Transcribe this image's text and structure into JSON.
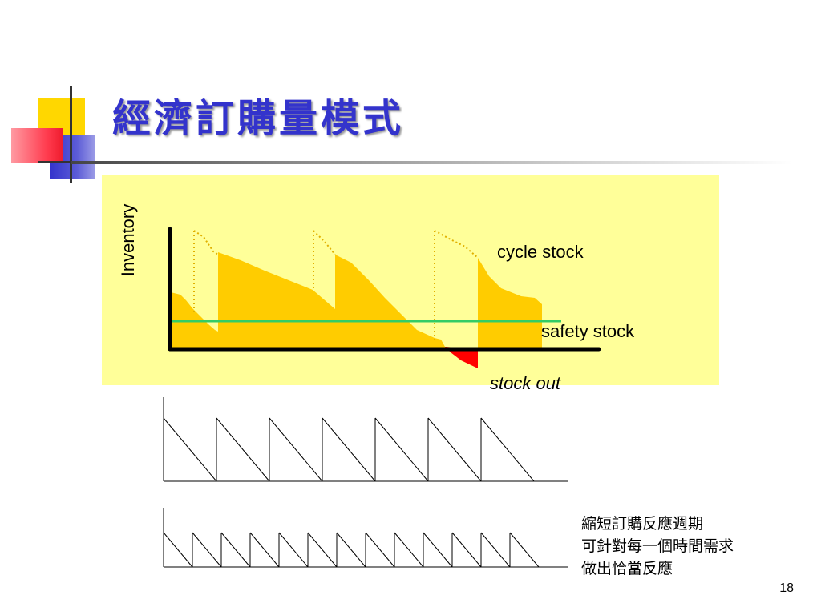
{
  "slide": {
    "title": "經濟訂購量模式",
    "page_number": "18"
  },
  "inventory_chart": {
    "y_axis_label": "Inventory",
    "cycle_stock_label": "cycle stock",
    "safety_stock_label": "safety stock",
    "stock_out_label": "stock out",
    "colors": {
      "panel": "#ffff99",
      "cycle_fill": "#ffcc00",
      "safety_line": "#33cc66",
      "stock_out": "#ff0000",
      "axis": "#000000"
    }
  },
  "sawtooth_long_cycle": {
    "cycles": 7
  },
  "sawtooth_short_cycle": {
    "cycles": 13
  },
  "note_lines": [
    "縮短訂購反應週期",
    "可針對每一個時間需求",
    "做出恰當反應"
  ]
}
